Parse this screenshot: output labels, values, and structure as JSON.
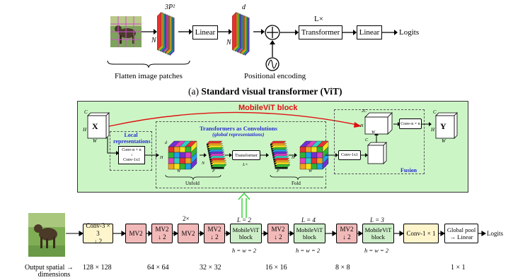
{
  "vit": {
    "flatten_label": "Flatten image patches",
    "patch_dim_label": "3P²",
    "n_label": "N",
    "d_label": "d",
    "linear1": "Linear",
    "linear2": "Linear",
    "transformer": "Transformer",
    "repeat_label": "L×",
    "logits": "Logits",
    "pos_label": "Positional encoding",
    "caption_prefix": "(a) ",
    "caption_bold": "Standard visual transformer (ViT)"
  },
  "block": {
    "title": "MobileViT block",
    "x_label": "X",
    "y_label": "Y",
    "c_label": "C",
    "h_label": "H",
    "w_label": "W",
    "local_title": "Local representations",
    "conv_nxn": "Conv-n × n",
    "conv_1x1": "Conv-1x1",
    "tac_title": "Transformers as Convolutions",
    "tac_subtitle": "(global representations)",
    "p_label": "P",
    "n_label": "N",
    "d_label": "d",
    "transformer": "Transformer",
    "l_label": "L×",
    "unfold": "Unfold",
    "fold": "Fold",
    "conv_1x1_b": "Conv-1x1",
    "conv_nxn_b": "Conv-n × n",
    "fusion": "Fusion",
    "two_c": "2C"
  },
  "pipeline": {
    "stem": "Conv-3 × 3",
    "stem_stride": "↓ 2",
    "mv2": "MV2",
    "down": "↓ 2",
    "two_x": "2×",
    "mvit": "MobileViT",
    "block_word": "block",
    "l2": "L = 2",
    "l4": "L = 4",
    "l3": "L = 3",
    "hw": "h = w = 2",
    "conv1": "Conv-1 × 1",
    "pool_line1": "Global pool",
    "pool_line2": "→ Linear",
    "logits": "Logits"
  },
  "dims": {
    "label_line1": "Output spatial →",
    "label_line2": "dimensions",
    "d128": "128 × 128",
    "d64": "64 × 64",
    "d32": "32 × 32",
    "d16": "16 × 16",
    "d8": "8 × 8",
    "d1": "1 × 1"
  },
  "colors": {
    "green_bg": "#ccf5c6",
    "mv2_fill": "#f2b9b9",
    "mvit_fill": "#cdeec8",
    "stem_fill": "#fff5cc",
    "conv1_fill": "#fff5cc",
    "red_arrow": "#e01010",
    "blue_title": "#2a2ad4"
  }
}
